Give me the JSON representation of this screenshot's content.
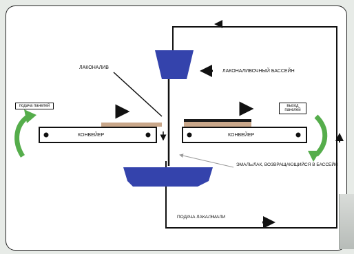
{
  "labels": {
    "lakonaliv": "ЛАКОНАЛИВ",
    "basin": "ЛАКОНАЛИВОЧНЫЙ БАССЕЙН",
    "feed_panels": "подача панелей",
    "exit_panels": "выход панелей",
    "conveyor_left": "КОНВЕЙЕР",
    "conveyor_right": "КОНВЕЙЕР",
    "return_enamel": "ЭМАЛЬ/ЛАК, ВОЗВРАЩАЮЩИЙСЯ В БАССЕЙН",
    "feed_enamel": "ПОДАЧА ЛАКА/ЭМАЛИ"
  },
  "colors": {
    "tank": "#3443ac",
    "green_arrow": "#55ad4b",
    "panel_tan": "#c9a78a",
    "panel_dark": "#1a1a1a",
    "line": "#111111"
  }
}
